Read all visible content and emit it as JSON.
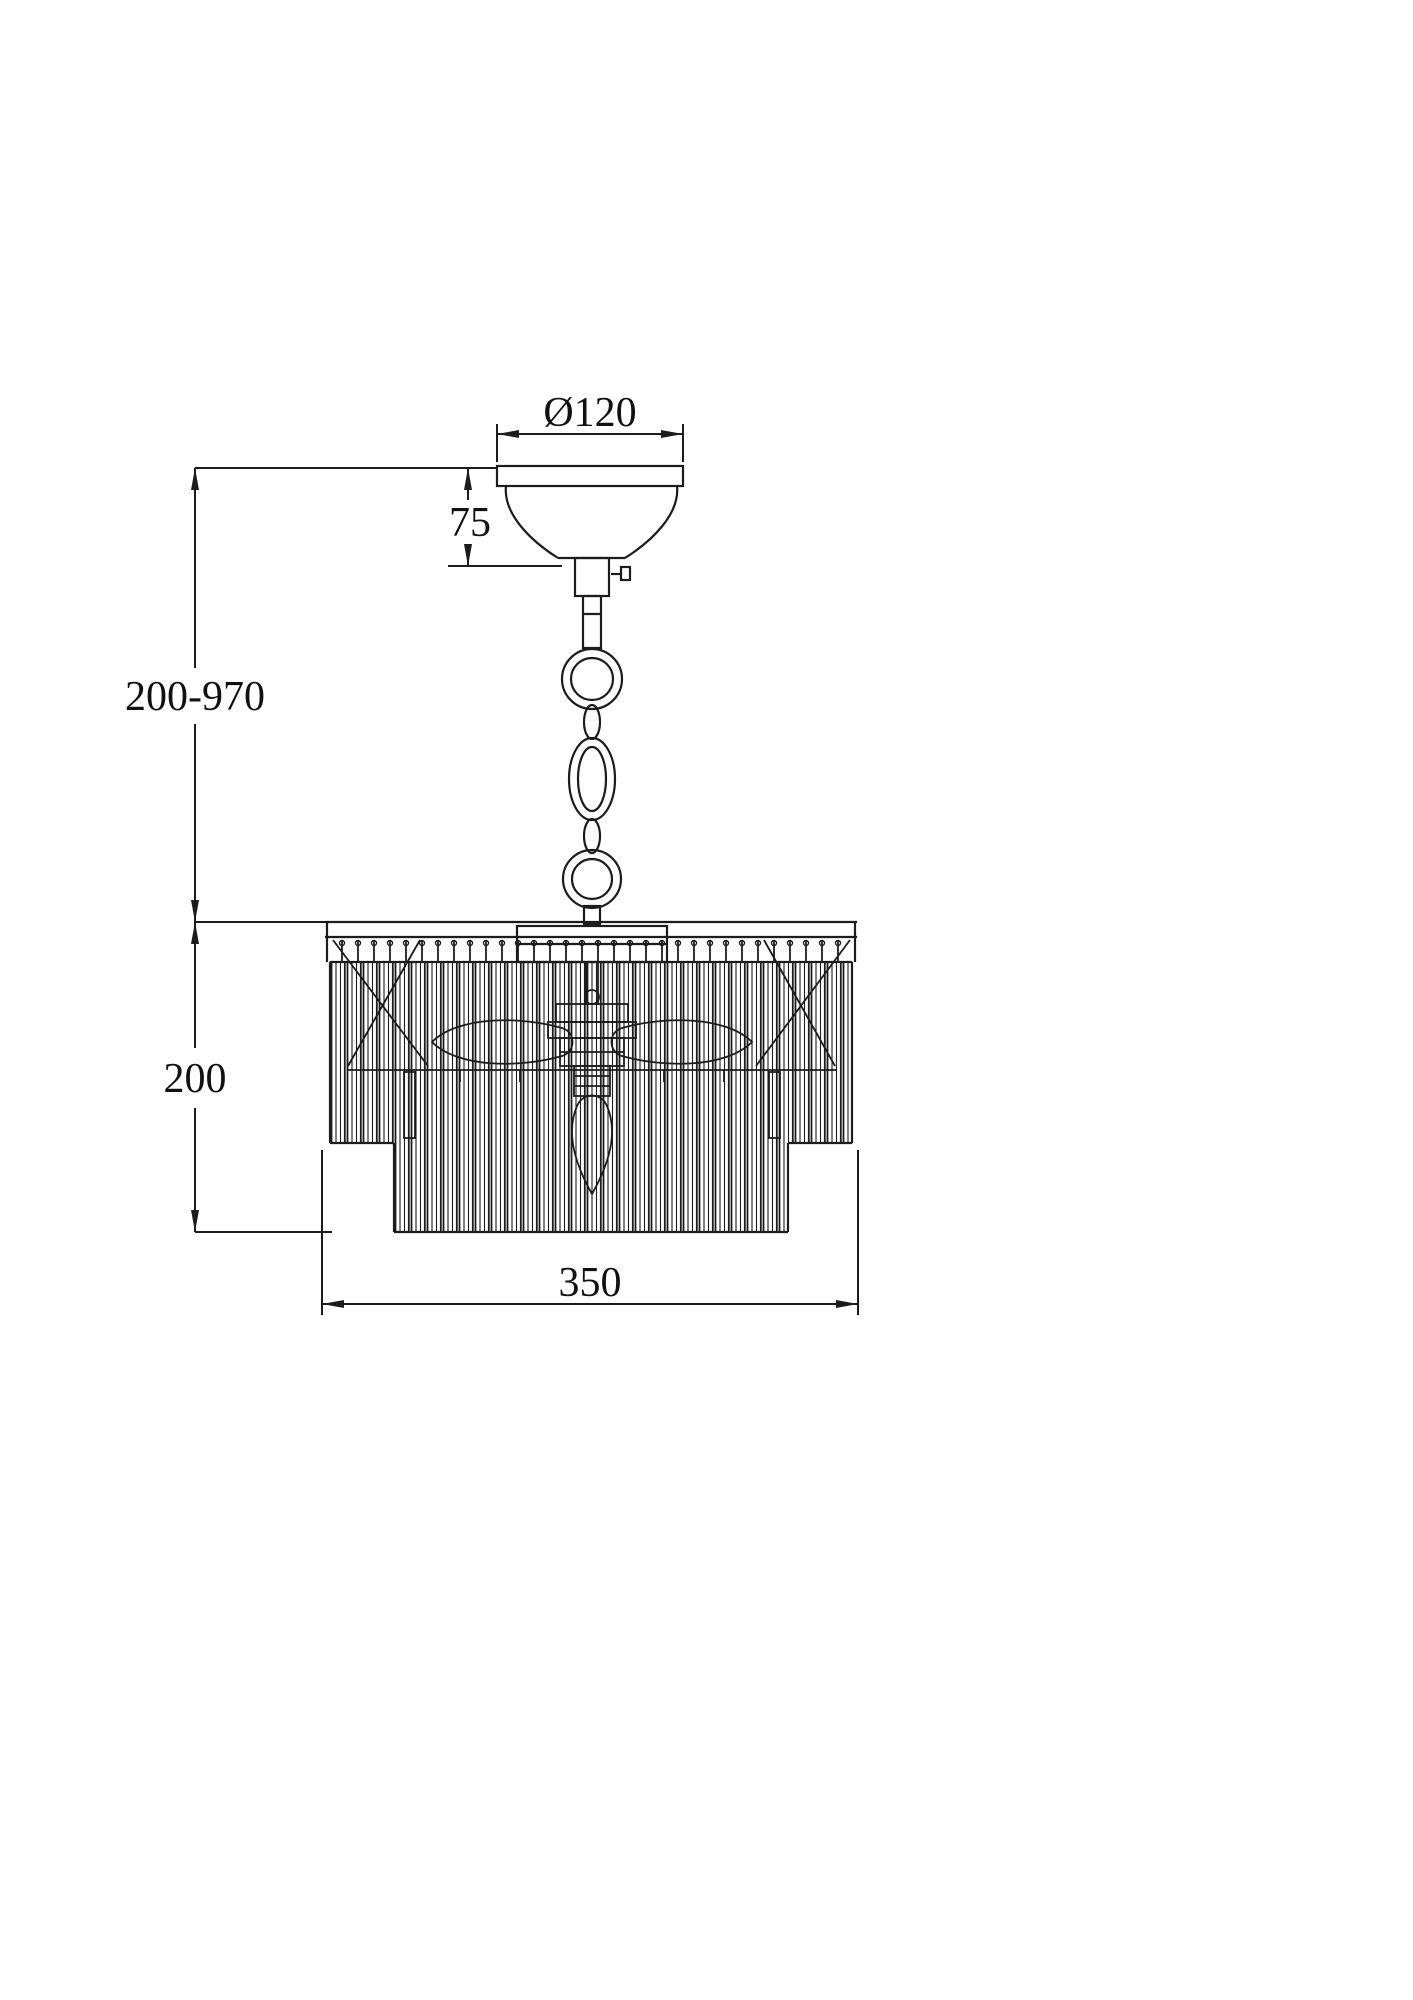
{
  "page": {
    "background": "#ffffff",
    "line_color": "#1c1c1c"
  },
  "drawing": {
    "subject": "chandelier-dimension-drawing",
    "labels": {
      "canopy_diameter": "Ø120",
      "canopy_height": "75",
      "suspension_height_range": "200-970",
      "shade_height": "200",
      "shade_diameter": "350"
    }
  }
}
